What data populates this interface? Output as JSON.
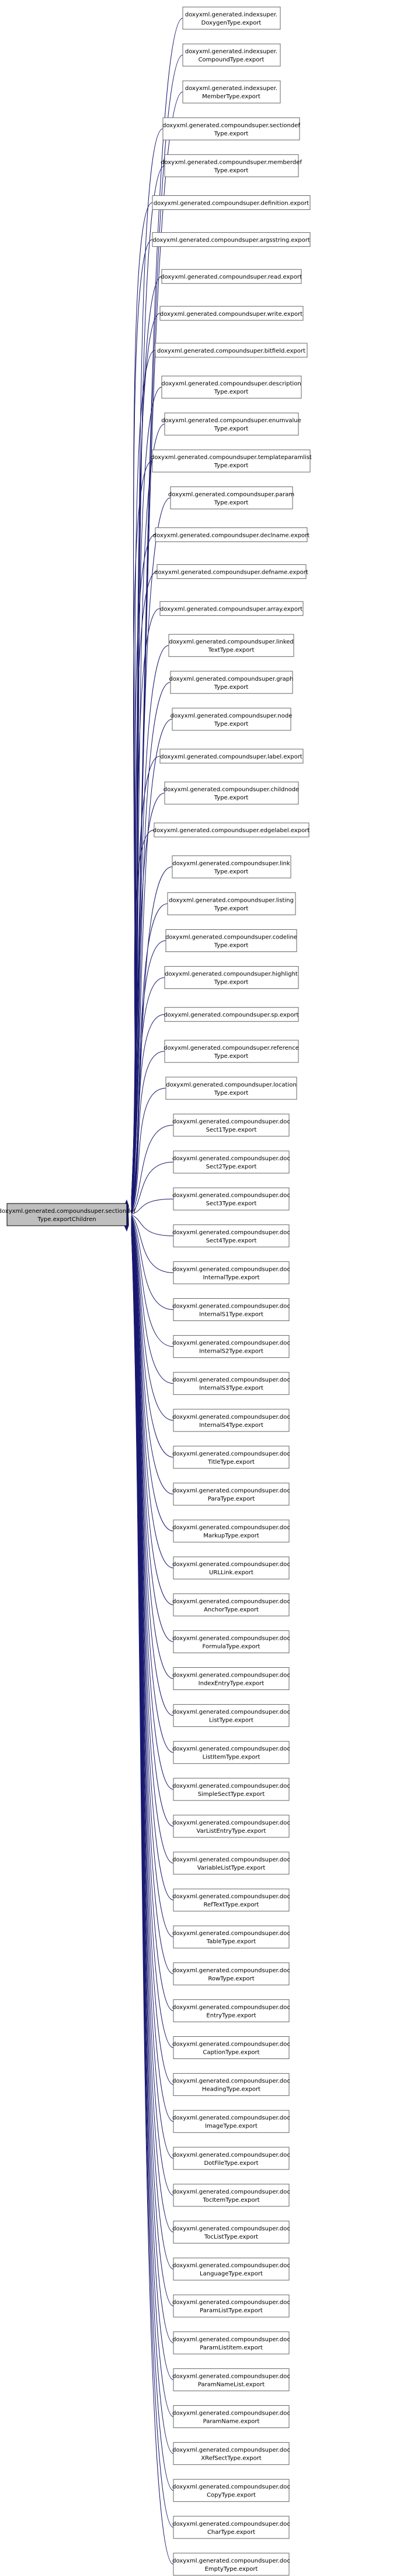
{
  "root": {
    "lines": [
      "doxyxml.generated.compoundsuper.sectiondef",
      "Type.exportChildren"
    ]
  },
  "edge_color": "#191970",
  "root_fill": "#bfbfbf",
  "nodes": [
    {
      "lines": [
        "doxyxml.generated.indexsuper.",
        "DoxygenType.export"
      ]
    },
    {
      "lines": [
        "doxyxml.generated.indexsuper.",
        "CompoundType.export"
      ]
    },
    {
      "lines": [
        "doxyxml.generated.indexsuper.",
        "MemberType.export"
      ]
    },
    {
      "lines": [
        "doxyxml.generated.compoundsuper.sectiondef",
        "Type.export"
      ]
    },
    {
      "lines": [
        "doxyxml.generated.compoundsuper.memberdef",
        "Type.export"
      ]
    },
    {
      "lines": [
        "doxyxml.generated.compoundsuper.definition.export"
      ]
    },
    {
      "lines": [
        "doxyxml.generated.compoundsuper.argsstring.export"
      ]
    },
    {
      "lines": [
        "doxyxml.generated.compoundsuper.read.export"
      ]
    },
    {
      "lines": [
        "doxyxml.generated.compoundsuper.write.export"
      ]
    },
    {
      "lines": [
        "doxyxml.generated.compoundsuper.bitfield.export"
      ]
    },
    {
      "lines": [
        "doxyxml.generated.compoundsuper.description",
        "Type.export"
      ]
    },
    {
      "lines": [
        "doxyxml.generated.compoundsuper.enumvalue",
        "Type.export"
      ]
    },
    {
      "lines": [
        "doxyxml.generated.compoundsuper.templateparamlist",
        "Type.export"
      ]
    },
    {
      "lines": [
        "doxyxml.generated.compoundsuper.param",
        "Type.export"
      ]
    },
    {
      "lines": [
        "doxyxml.generated.compoundsuper.declname.export"
      ]
    },
    {
      "lines": [
        "doxyxml.generated.compoundsuper.defname.export"
      ]
    },
    {
      "lines": [
        "doxyxml.generated.compoundsuper.array.export"
      ]
    },
    {
      "lines": [
        "doxyxml.generated.compoundsuper.linked",
        "TextType.export"
      ]
    },
    {
      "lines": [
        "doxyxml.generated.compoundsuper.graph",
        "Type.export"
      ]
    },
    {
      "lines": [
        "doxyxml.generated.compoundsuper.node",
        "Type.export"
      ]
    },
    {
      "lines": [
        "doxyxml.generated.compoundsuper.label.export"
      ]
    },
    {
      "lines": [
        "doxyxml.generated.compoundsuper.childnode",
        "Type.export"
      ]
    },
    {
      "lines": [
        "doxyxml.generated.compoundsuper.edgelabel.export"
      ]
    },
    {
      "lines": [
        "doxyxml.generated.compoundsuper.link",
        "Type.export"
      ]
    },
    {
      "lines": [
        "doxyxml.generated.compoundsuper.listing",
        "Type.export"
      ]
    },
    {
      "lines": [
        "doxyxml.generated.compoundsuper.codeline",
        "Type.export"
      ]
    },
    {
      "lines": [
        "doxyxml.generated.compoundsuper.highlight",
        "Type.export"
      ]
    },
    {
      "lines": [
        "doxyxml.generated.compoundsuper.sp.export"
      ]
    },
    {
      "lines": [
        "doxyxml.generated.compoundsuper.reference",
        "Type.export"
      ]
    },
    {
      "lines": [
        "doxyxml.generated.compoundsuper.location",
        "Type.export"
      ]
    },
    {
      "lines": [
        "doxyxml.generated.compoundsuper.doc",
        "Sect1Type.export"
      ]
    },
    {
      "lines": [
        "doxyxml.generated.compoundsuper.doc",
        "Sect2Type.export"
      ]
    },
    {
      "lines": [
        "doxyxml.generated.compoundsuper.doc",
        "Sect3Type.export"
      ]
    },
    {
      "lines": [
        "doxyxml.generated.compoundsuper.doc",
        "Sect4Type.export"
      ]
    },
    {
      "lines": [
        "doxyxml.generated.compoundsuper.doc",
        "InternalType.export"
      ]
    },
    {
      "lines": [
        "doxyxml.generated.compoundsuper.doc",
        "InternalS1Type.export"
      ]
    },
    {
      "lines": [
        "doxyxml.generated.compoundsuper.doc",
        "InternalS2Type.export"
      ]
    },
    {
      "lines": [
        "doxyxml.generated.compoundsuper.doc",
        "InternalS3Type.export"
      ]
    },
    {
      "lines": [
        "doxyxml.generated.compoundsuper.doc",
        "InternalS4Type.export"
      ]
    },
    {
      "lines": [
        "doxyxml.generated.compoundsuper.doc",
        "TitleType.export"
      ]
    },
    {
      "lines": [
        "doxyxml.generated.compoundsuper.doc",
        "ParaType.export"
      ]
    },
    {
      "lines": [
        "doxyxml.generated.compoundsuper.doc",
        "MarkupType.export"
      ]
    },
    {
      "lines": [
        "doxyxml.generated.compoundsuper.doc",
        "URLLink.export"
      ]
    },
    {
      "lines": [
        "doxyxml.generated.compoundsuper.doc",
        "AnchorType.export"
      ]
    },
    {
      "lines": [
        "doxyxml.generated.compoundsuper.doc",
        "FormulaType.export"
      ]
    },
    {
      "lines": [
        "doxyxml.generated.compoundsuper.doc",
        "IndexEntryType.export"
      ]
    },
    {
      "lines": [
        "doxyxml.generated.compoundsuper.doc",
        "ListType.export"
      ]
    },
    {
      "lines": [
        "doxyxml.generated.compoundsuper.doc",
        "ListItemType.export"
      ]
    },
    {
      "lines": [
        "doxyxml.generated.compoundsuper.doc",
        "SimpleSectType.export"
      ]
    },
    {
      "lines": [
        "doxyxml.generated.compoundsuper.doc",
        "VarListEntryType.export"
      ]
    },
    {
      "lines": [
        "doxyxml.generated.compoundsuper.doc",
        "VariableListType.export"
      ]
    },
    {
      "lines": [
        "doxyxml.generated.compoundsuper.doc",
        "RefTextType.export"
      ]
    },
    {
      "lines": [
        "doxyxml.generated.compoundsuper.doc",
        "TableType.export"
      ]
    },
    {
      "lines": [
        "doxyxml.generated.compoundsuper.doc",
        "RowType.export"
      ]
    },
    {
      "lines": [
        "doxyxml.generated.compoundsuper.doc",
        "EntryType.export"
      ]
    },
    {
      "lines": [
        "doxyxml.generated.compoundsuper.doc",
        "CaptionType.export"
      ]
    },
    {
      "lines": [
        "doxyxml.generated.compoundsuper.doc",
        "HeadingType.export"
      ]
    },
    {
      "lines": [
        "doxyxml.generated.compoundsuper.doc",
        "ImageType.export"
      ]
    },
    {
      "lines": [
        "doxyxml.generated.compoundsuper.doc",
        "DotFileType.export"
      ]
    },
    {
      "lines": [
        "doxyxml.generated.compoundsuper.doc",
        "TocItemType.export"
      ]
    },
    {
      "lines": [
        "doxyxml.generated.compoundsuper.doc",
        "TocListType.export"
      ]
    },
    {
      "lines": [
        "doxyxml.generated.compoundsuper.doc",
        "LanguageType.export"
      ]
    },
    {
      "lines": [
        "doxyxml.generated.compoundsuper.doc",
        "ParamListType.export"
      ]
    },
    {
      "lines": [
        "doxyxml.generated.compoundsuper.doc",
        "ParamListItem.export"
      ]
    },
    {
      "lines": [
        "doxyxml.generated.compoundsuper.doc",
        "ParamNameList.export"
      ]
    },
    {
      "lines": [
        "doxyxml.generated.compoundsuper.doc",
        "ParamName.export"
      ]
    },
    {
      "lines": [
        "doxyxml.generated.compoundsuper.doc",
        "XRefSectType.export"
      ]
    },
    {
      "lines": [
        "doxyxml.generated.compoundsuper.doc",
        "CopyType.export"
      ]
    },
    {
      "lines": [
        "doxyxml.generated.compoundsuper.doc",
        "CharType.export"
      ]
    },
    {
      "lines": [
        "doxyxml.generated.compoundsuper.doc",
        "EmptyType.export"
      ]
    }
  ]
}
